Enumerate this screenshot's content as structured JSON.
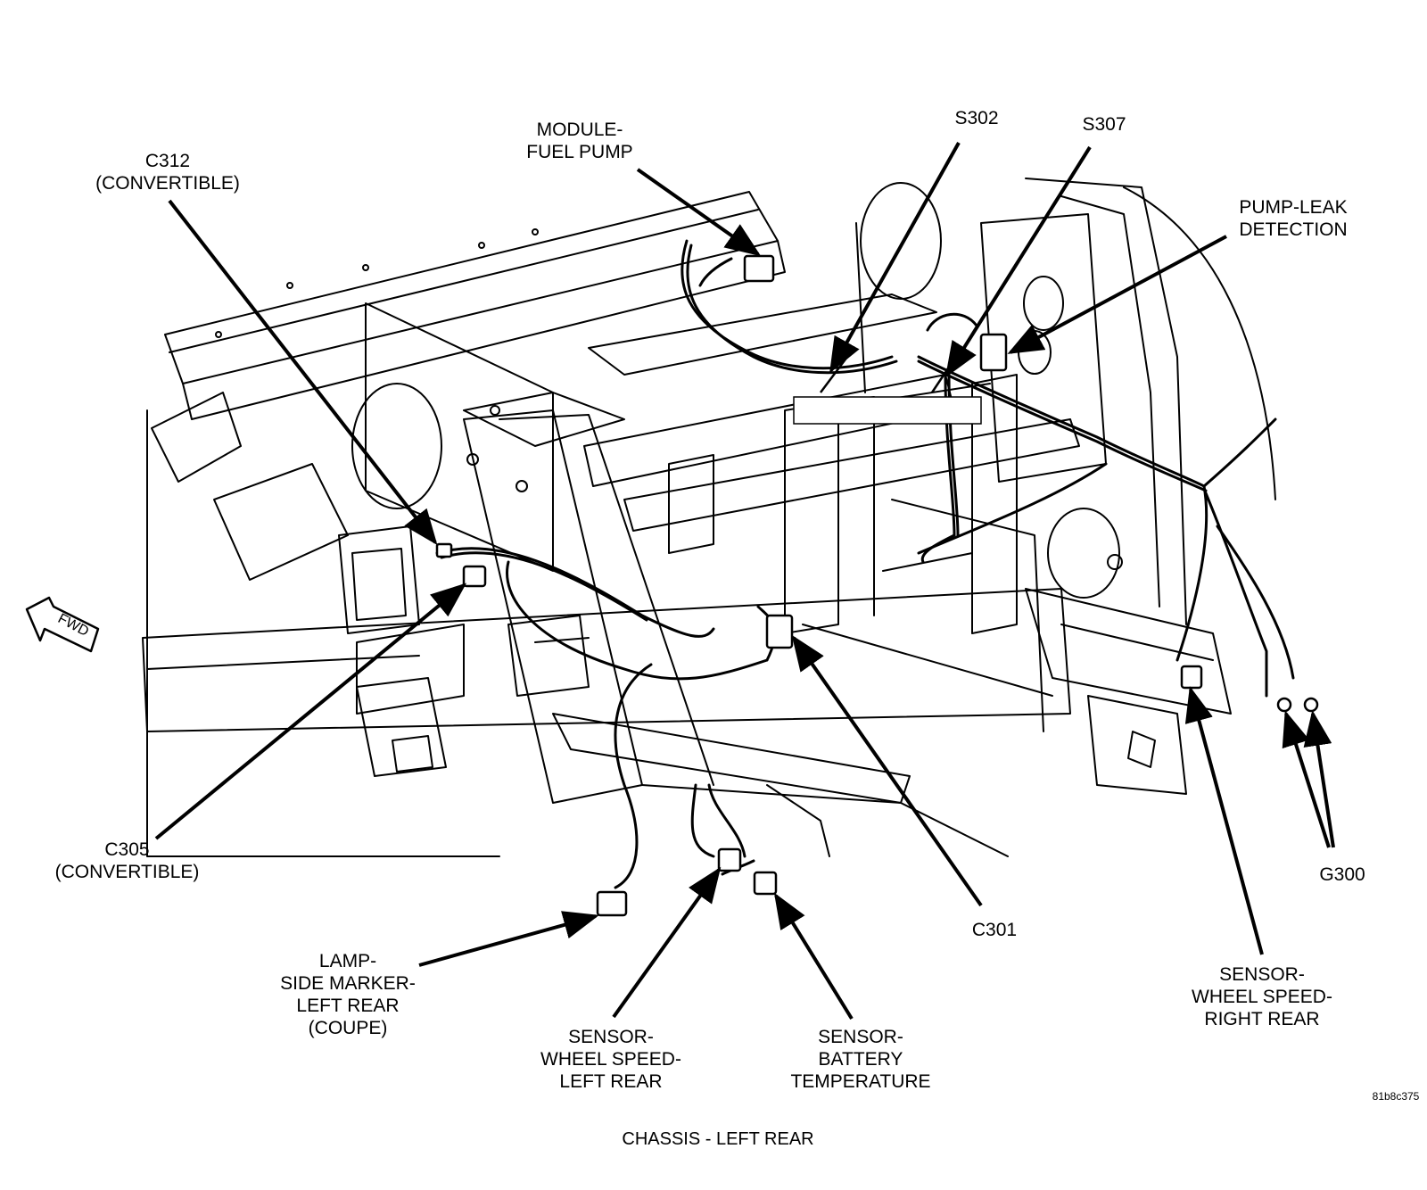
{
  "diagram": {
    "caption": "CHASSIS - LEFT REAR",
    "figure_id": "81b8c375",
    "fwd_label": "FWD",
    "labels": {
      "module_fuel_pump": [
        "MODULE-",
        "FUEL PUMP"
      ],
      "c312": [
        "C312",
        "(CONVERTIBLE)"
      ],
      "s302": [
        "S302"
      ],
      "s307": [
        "S307"
      ],
      "pump_leak": [
        "PUMP-LEAK",
        "DETECTION"
      ],
      "c305": [
        "C305",
        "(CONVERTIBLE)"
      ],
      "lamp_side_marker": [
        "LAMP-",
        "SIDE MARKER-",
        "LEFT REAR",
        "(COUPE)"
      ],
      "sensor_ws_left": [
        "SENSOR-",
        "WHEEL SPEED-",
        "LEFT REAR"
      ],
      "sensor_batt_temp": [
        "SENSOR-",
        "BATTERY",
        "TEMPERATURE"
      ],
      "c301": [
        "C301"
      ],
      "g300": [
        "G300"
      ],
      "sensor_ws_right": [
        "SENSOR-",
        "WHEEL SPEED-",
        "RIGHT REAR"
      ]
    }
  }
}
